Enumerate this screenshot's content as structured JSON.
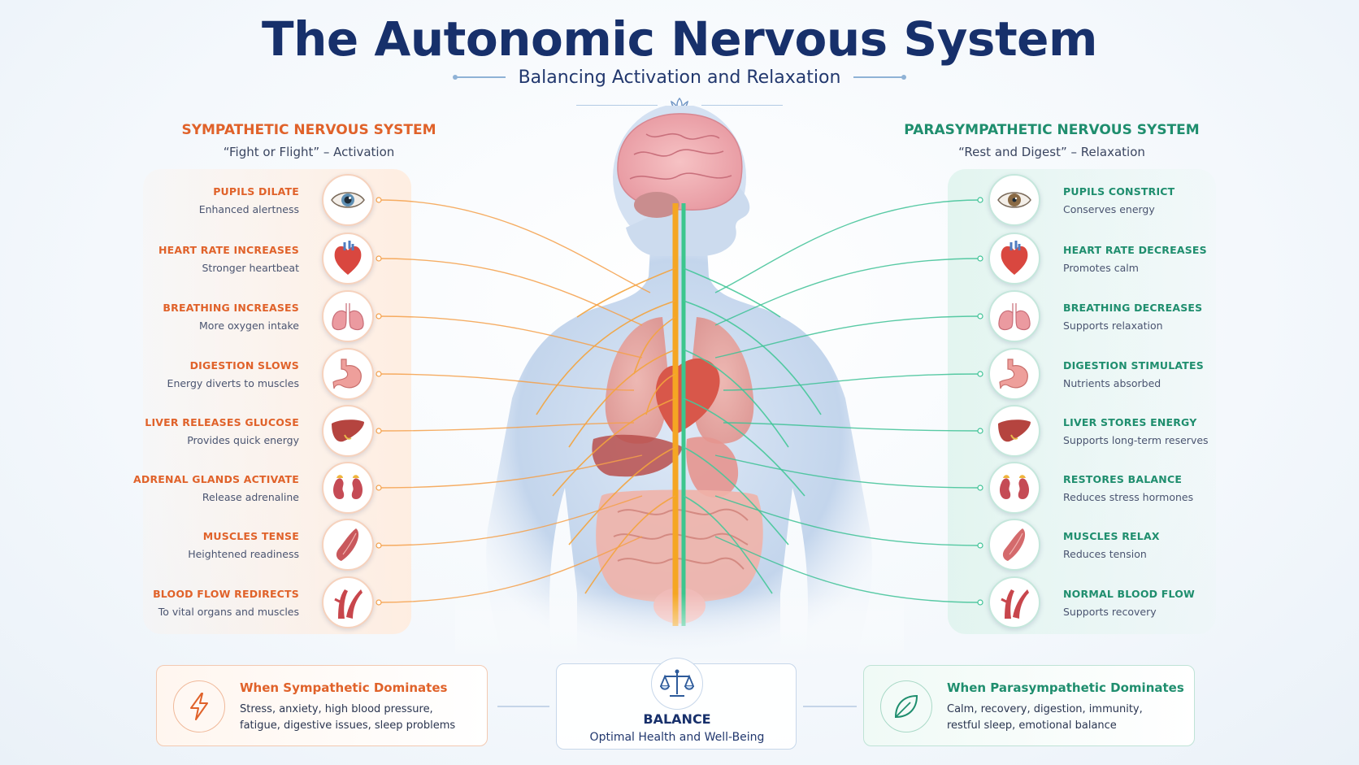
{
  "header": {
    "title": "The Autonomic Nervous System",
    "subtitle": "Balancing Activation and Relaxation"
  },
  "sympathetic": {
    "heading": "SYMPATHETIC NERVOUS SYSTEM",
    "tagline": "“Fight or Flight” – Activation",
    "color": "#e0622a",
    "items": [
      {
        "label": "PUPILS DILATE",
        "desc": "Enhanced alertness",
        "icon": "eye-icon"
      },
      {
        "label": "HEART RATE INCREASES",
        "desc": "Stronger heartbeat",
        "icon": "heart-icon"
      },
      {
        "label": "BREATHING INCREASES",
        "desc": "More oxygen intake",
        "icon": "lungs-icon"
      },
      {
        "label": "DIGESTION SLOWS",
        "desc": "Energy diverts to muscles",
        "icon": "stomach-icon"
      },
      {
        "label": "LIVER RELEASES GLUCOSE",
        "desc": "Provides quick energy",
        "icon": "liver-icon"
      },
      {
        "label": "ADRENAL GLANDS ACTIVATE",
        "desc": "Release adrenaline",
        "icon": "kidneys-icon"
      },
      {
        "label": "MUSCLES TENSE",
        "desc": "Heightened readiness",
        "icon": "muscle-icon"
      },
      {
        "label": "BLOOD FLOW REDIRECTS",
        "desc": "To vital organs and muscles",
        "icon": "blood-vessel-icon"
      }
    ]
  },
  "parasympathetic": {
    "heading": "PARASYMPATHETIC NERVOUS SYSTEM",
    "tagline": "“Rest and Digest” – Relaxation",
    "color": "#1f8e6e",
    "items": [
      {
        "label": "PUPILS CONSTRICT",
        "desc": "Conserves energy",
        "icon": "eye-icon"
      },
      {
        "label": "HEART RATE DECREASES",
        "desc": "Promotes calm",
        "icon": "heart-icon"
      },
      {
        "label": "BREATHING DECREASES",
        "desc": "Supports relaxation",
        "icon": "lungs-icon"
      },
      {
        "label": "DIGESTION STIMULATES",
        "desc": "Nutrients absorbed",
        "icon": "stomach-icon"
      },
      {
        "label": "LIVER STORES ENERGY",
        "desc": "Supports long-term reserves",
        "icon": "liver-icon"
      },
      {
        "label": "RESTORES BALANCE",
        "desc": "Reduces stress hormones",
        "icon": "kidneys-icon"
      },
      {
        "label": "MUSCLES RELAX",
        "desc": "Reduces tension",
        "icon": "muscle-icon"
      },
      {
        "label": "NORMAL BLOOD FLOW",
        "desc": "Supports recovery",
        "icon": "blood-vessel-icon"
      }
    ]
  },
  "bottom": {
    "sympathetic_box": {
      "heading": "When Sympathetic Dominates",
      "line1": "Stress, anxiety, high blood pressure,",
      "line2": "fatigue, digestive issues, sleep problems",
      "icon": "lightning-icon"
    },
    "balance_box": {
      "heading": "BALANCE",
      "text": "Optimal Health and Well-Being",
      "icon": "scales-icon"
    },
    "parasympathetic_box": {
      "heading": "When Parasympathetic Dominates",
      "line1": "Calm, recovery, digestion, immunity,",
      "line2": "restful sleep, emotional balance",
      "icon": "leaf-icon"
    }
  }
}
